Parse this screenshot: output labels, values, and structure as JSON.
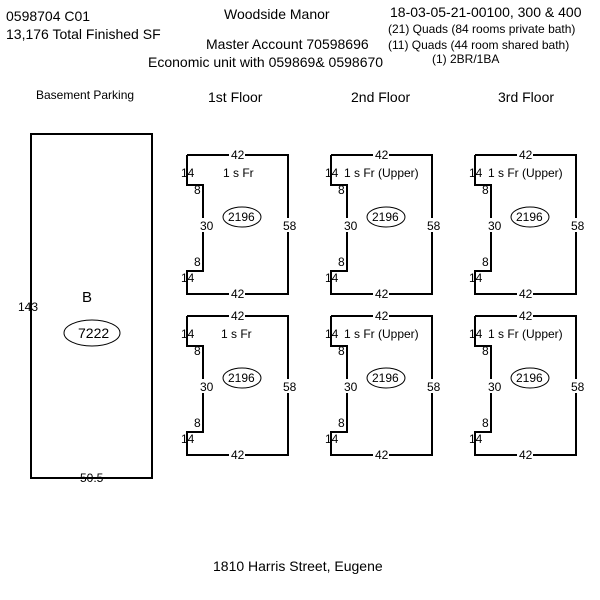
{
  "header": {
    "parcel_id": "0598704 C01",
    "total_sf": "13,176 Total Finished SF",
    "title": "Woodside Manor",
    "master_account": "Master Account 70598696",
    "economic_unit": "Economic unit with 059869& 0598670",
    "map_ref": "18-03-05-21-00100, 300 & 400",
    "notes": [
      "(21) Quads (84 rooms private bath)",
      "(11) Quads (44 room shared bath)",
      "(1) 2BR/1BA"
    ]
  },
  "columns": {
    "basement": "Basement Parking",
    "floor1": "1st Floor",
    "floor2": "2nd Floor",
    "floor3": "3rd Floor"
  },
  "basement": {
    "label": "B",
    "area": "7222",
    "height": "143",
    "width": "50.5"
  },
  "dims": {
    "top": "42",
    "bottom": "42",
    "right": "58",
    "left_upper": "14",
    "left_lower": "14",
    "notch_upper": "8",
    "notch_lower": "8",
    "notch_depth": "30"
  },
  "units": {
    "floor1_top": {
      "label": "1 s Fr",
      "area": "2196"
    },
    "floor1_bottom": {
      "label": "1 s Fr",
      "area": "2196"
    },
    "floor2_top": {
      "label": "1 s Fr  (Upper)",
      "area": "2196"
    },
    "floor2_bottom": {
      "label": "1 s Fr  (Upper)",
      "area": "2196"
    },
    "floor3_top": {
      "label": "1 s Fr  (Upper)",
      "area": "2196"
    },
    "floor3_bottom": {
      "label": "1 s Fr  (Upper)",
      "area": "2196"
    }
  },
  "footer": {
    "address": "1810 Harris Street, Eugene"
  }
}
